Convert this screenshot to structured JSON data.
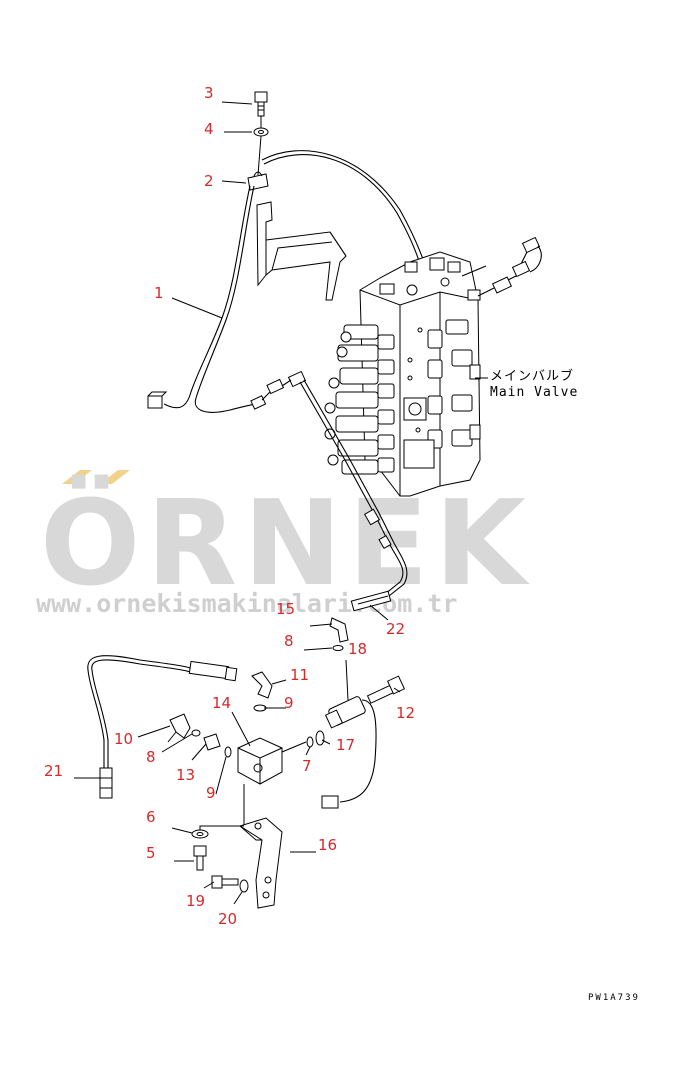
{
  "diagram": {
    "callouts": [
      "1",
      "2",
      "3",
      "4",
      "5",
      "6",
      "7",
      "8",
      "8",
      "9",
      "9",
      "10",
      "11",
      "12",
      "13",
      "14",
      "15",
      "16",
      "17",
      "18",
      "19",
      "20",
      "21",
      "22"
    ],
    "main_valve_label_jp": "メインバルブ",
    "main_valve_label_en": "Main Valve",
    "drawing_code": "PW1A739"
  },
  "watermark": {
    "brand": "ÖRNEK",
    "url": "www.ornekismakinalari.com.tr",
    "accent_color": "#f2d28a"
  }
}
